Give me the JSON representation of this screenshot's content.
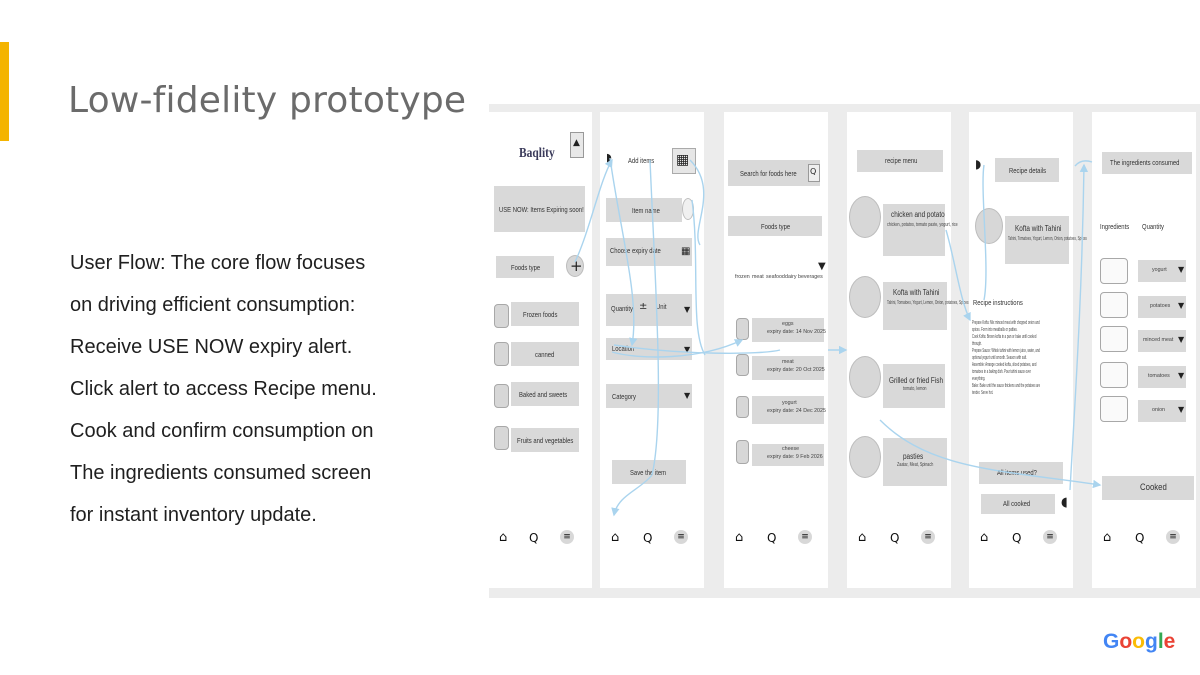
{
  "slide": {
    "title": "Low-fidelity prototype",
    "body_lines": [
      "User Flow: The core flow focuses",
      "on driving efficient consumption:",
      "Receive USE NOW expiry alert.",
      "Click alert to access Recipe menu.",
      "Cook and confirm consumption on",
      "The ingredients consumed screen",
      "for instant inventory update."
    ],
    "logo_text": "Google",
    "colors": {
      "accent": "#f4b400",
      "title": "#6b6b6b",
      "wire_box": "#d9d9d9",
      "flow_arrow": "#aad4ee"
    }
  },
  "screens": {
    "home": {
      "logo": "Baqlity",
      "alert": "USE NOW: Items Expiring soon!",
      "foods_type": "Foods type",
      "categories": [
        "Frozen foods",
        "canned",
        "Baked and sweets",
        "Fruits and vegetables"
      ]
    },
    "add_items": {
      "title": "Add items",
      "item_name": "Item name",
      "expiry": "Choose expiry date",
      "quantity": "Quantity",
      "unit": "Unit",
      "location": "Location",
      "category": "Category",
      "save": "Save the item"
    },
    "search": {
      "search_placeholder": "Search for foods here",
      "foods_type": "Foods type",
      "filters": [
        "frozen",
        "meat",
        "seafood",
        "dairy",
        "beverages"
      ],
      "items": [
        {
          "name": "eggs",
          "expiry": "expiry date: 14 Nov 2025"
        },
        {
          "name": "meat",
          "expiry": "expiry date: 20 Oct 2025"
        },
        {
          "name": "yogurt",
          "expiry": "expiry date: 24 Dec 2025"
        },
        {
          "name": "cheese",
          "expiry": "expiry date: 9 Feb 2026"
        }
      ]
    },
    "recipe_menu": {
      "title": "recipe menu",
      "recipes": [
        {
          "name": "chicken and potato",
          "ingredients": "chicken, potatos, tomato paste, yogurt, rice"
        },
        {
          "name": "Kofta with Tahini",
          "ingredients": "Tahini, Tomatoes, Yogurt, Lemon, Onion, potatoes, Spices"
        },
        {
          "name": "Grilled or fried Fish",
          "ingredients": "tomato, lemon"
        },
        {
          "name": "pasties",
          "ingredients": "Zaatar, Meat, Spinach"
        }
      ]
    },
    "recipe_details": {
      "title": "Recipe details",
      "name": "Kofta with Tahini",
      "ingredients": "Tahini, Tomatoes, Yogurt, Lemon, Onion, potatoes, Spices",
      "instructions_label": "Recipe instructions",
      "instructions": [
        "Prepare Kofta: Mix minced meat with chopped onion and",
        "spices. Form into meatballs or patties.",
        "Cook Kofta: Brown kofta in a pan or bake until cooked",
        "through.",
        "Prepare Sauce: Whisk tahini with lemon juice, water, and",
        "optional yogurt until smooth. Season with salt.",
        "Assemble: Arrange cooked kofta, sliced potatoes, and",
        "tomatoes in a baking dish. Pour tahini sauce over",
        "everything.",
        "Bake: Bake until the sauce thickens and the potatoes are",
        "tender. Serve hot."
      ],
      "question": "All items used?",
      "all_cooked": "All cooked"
    },
    "consumed": {
      "title": "The ingredients consumed",
      "col_ingredients": "Ingredients",
      "col_quantity": "Quantity",
      "items": [
        "yogurt",
        "potatoes",
        "minced meat",
        "tomatoes",
        "onion"
      ],
      "cooked": "Cooked"
    }
  }
}
